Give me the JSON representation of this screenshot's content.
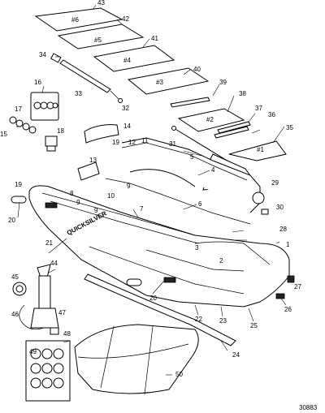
{
  "callouts": [
    "1",
    "2",
    "3",
    "4",
    "5",
    "6",
    "7",
    "8",
    "9",
    "9",
    "9",
    "10",
    "11",
    "12",
    "13",
    "14",
    "15",
    "16",
    "17",
    "18",
    "19",
    "19",
    "20",
    "20",
    "21",
    "22",
    "23",
    "24",
    "25",
    "26",
    "27",
    "28",
    "29",
    "30",
    "31",
    "32",
    "33",
    "34",
    "35",
    "36",
    "37",
    "38",
    "39",
    "40",
    "41",
    "42",
    "43",
    "44",
    "45",
    "46",
    "47",
    "48",
    "49",
    "50"
  ],
  "panel_labels": {
    "floor_6": "#6",
    "floor_5": "#5",
    "floor_4": "#4",
    "floor_3": "#3",
    "floor_2": "#2",
    "floor_1": "#1"
  },
  "brand_text": "QUICKSILVER",
  "figure_number": "30883"
}
